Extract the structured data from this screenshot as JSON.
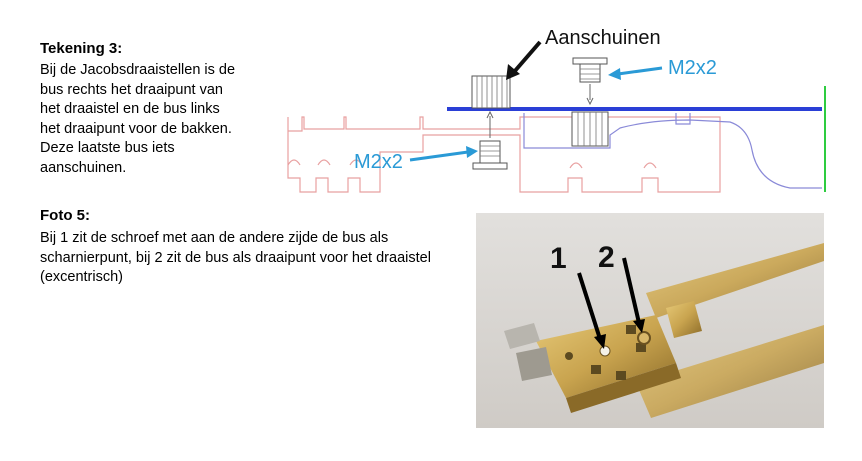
{
  "drawing_section": {
    "title": "Tekening 3:",
    "lines": [
      "Bij de Jacobsdraaistellen is de",
      "bus rechts het draaipunt van",
      "het draaistel en de bus links",
      "het draaipunt voor de bakken.",
      "Deze laatste bus iets",
      "aanschuinen."
    ],
    "diagram": {
      "label_aanschuinen": "Aanschuinen",
      "label_screw_top": "M2x2",
      "label_screw_left": "M2x2",
      "colors": {
        "frame_outline": "#e8a0a0",
        "bogie_line": "#2a3fd6",
        "bogie_outline": "#8a8ad8",
        "arrow": "#2a9ad6",
        "label_blue": "#2a9ad6",
        "green_edge": "#2ecc40"
      }
    }
  },
  "photo_section": {
    "title": "Foto 5:",
    "lines": [
      "Bij 1 zit de schroef met aan de andere zijde de bus als",
      "scharnierpunt, bij 2 zit de bus als draaipunt voor het draaistel",
      "(excentrisch)"
    ],
    "photo": {
      "marker_1": "1",
      "marker_2": "2",
      "colors": {
        "background": "#d9d6d2",
        "brass": "#c9a44f",
        "brass_dark": "#8a6a28"
      }
    }
  }
}
